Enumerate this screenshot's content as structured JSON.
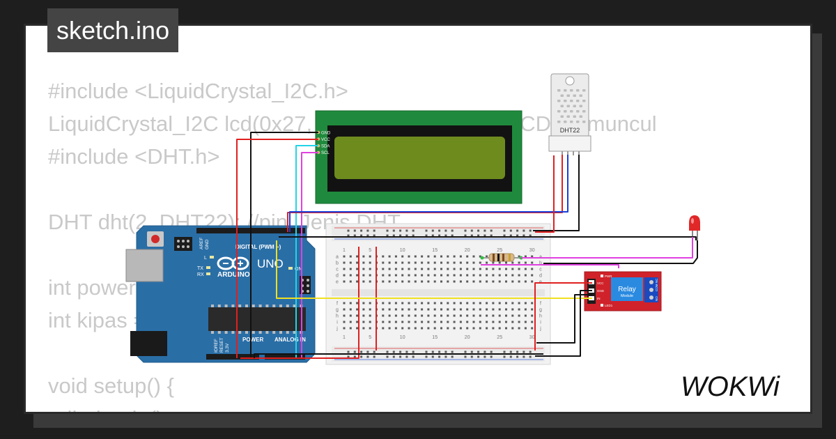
{
  "title_tab": {
    "label": "sketch.ino"
  },
  "code_lines": [
    "#include <LiquidCrystal_I2C.h>",
    "LiquidCrystal_I2C lcd(0x27, 16, 2); //0x27 kalau LCD ga muncul",
    "#include <DHT.h>",
    "",
    "DHT dht(2, DHT22); //pin, Jenis DHT",
    "",
    "int power = 4; //pin",
    "int kipas = 3; //pin",
    "",
    "void setup() {",
    "  dht.begin();"
  ],
  "arduino": {
    "brand": "ARDUINO",
    "model": "UNO",
    "header_digital": "DIGITAL (PWM ~)",
    "header_power": "POWER",
    "header_analog": "ANALOG IN",
    "label_aref": "AREF",
    "label_gnd": "GND",
    "label_on": "ON",
    "label_l": "L",
    "label_tx": "TX",
    "label_rx": "RX",
    "label_ioref": "IOREF",
    "label_reset": "RESET",
    "label_3v3": "3.3V"
  },
  "lcd": {
    "pins": [
      "GND",
      "VCC",
      "SDA",
      "SCL"
    ]
  },
  "dht": {
    "label": "DHT22"
  },
  "breadboard": {
    "col_numbers": [
      "1",
      "5",
      "10",
      "15",
      "20",
      "25",
      "30"
    ],
    "rows_top": [
      "a",
      "b",
      "c",
      "d",
      "e"
    ],
    "rows_bottom": [
      "f",
      "g",
      "h",
      "i",
      "j"
    ]
  },
  "relay": {
    "title": "Relay",
    "subtitle": "Module",
    "pwr": "PWR",
    "led": "LED1",
    "pins_left": [
      "VCC",
      "GND",
      "IN"
    ],
    "pins_right": [
      "NO",
      "COM",
      "NC"
    ]
  },
  "logo": {
    "text": "WOKWi"
  },
  "colors": {
    "background": "#1e1e1e",
    "card": "#ffffff",
    "code_text": "#c9c9c9",
    "tab": "#444444",
    "arduino_blue": "#2a6ea6",
    "lcd_green": "#1f8a3d",
    "lcd_screen": "#6e8c1e",
    "relay_red": "#d0222a",
    "wire_red": "#e02020",
    "wire_black": "#111111",
    "wire_blue": "#1a3fd8",
    "wire_cyan": "#22d4e8",
    "wire_magenta": "#e040e0",
    "wire_yellow": "#f0e020"
  }
}
